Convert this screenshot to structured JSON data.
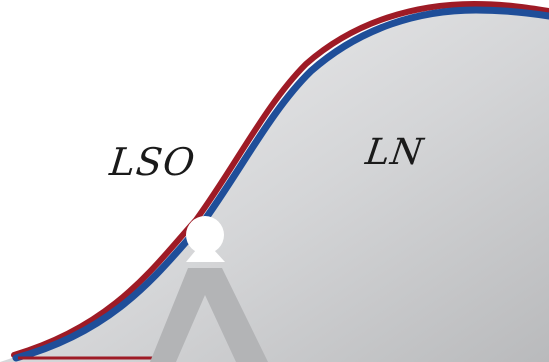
{
  "logo": {
    "name": "swoosh-curve-logo",
    "colors": {
      "red_stroke": "#9e1b26",
      "blue_stroke": "#1f4e99",
      "gray_fill_light": "#eceded",
      "gray_fill_dark": "#b9babc",
      "figure_gray": "#b3b4b6",
      "white": "#ffffff"
    }
  },
  "annotations": {
    "left": "LSO",
    "right": "LN"
  }
}
